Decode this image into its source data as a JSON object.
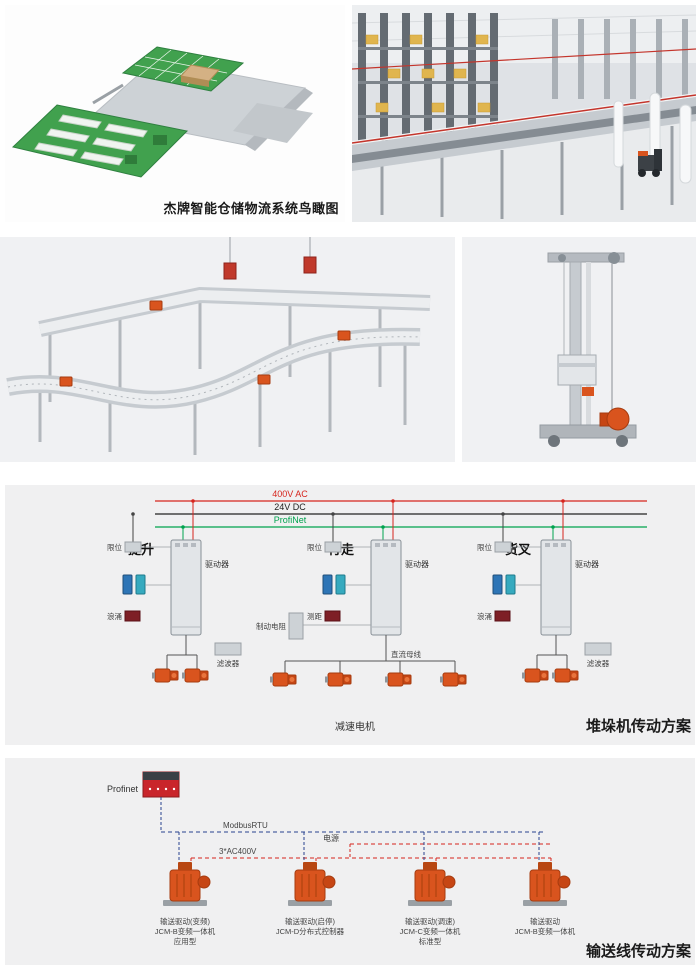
{
  "overview_photo": {
    "caption": "杰牌智能仓储物流系统鸟瞰图"
  },
  "stacker": {
    "caption": "堆垛机传动方案",
    "buses": {
      "ac": {
        "label": "400V AC",
        "color": "#d6251d"
      },
      "dc": {
        "label": "24V DC",
        "color": "#222222"
      },
      "net": {
        "label": "ProfiNet",
        "color": "#00a34e"
      }
    },
    "groups": {
      "lift": "提升",
      "travel": "行走",
      "fork": "货叉"
    },
    "labels": {
      "driver": "驱动器",
      "limit": "限位",
      "surge": "浪涌",
      "ranging": "测距",
      "filter": "滤波器",
      "brake_resistor": "制动电阻",
      "dc_bus": "直流母线",
      "gear_motor": "减速电机"
    }
  },
  "conveyor": {
    "caption": "输送线传动方案",
    "plc_label": "Profinet",
    "modbus_label": "ModbusRTU",
    "power_label": "电源",
    "ac_label": "3*AC400V",
    "colors": {
      "modbus": "#27428f",
      "power": "#d6251d"
    },
    "units": [
      {
        "l1": "输送驱动(变频)",
        "l2": "JCM-B变频一体机",
        "l3": "应用型"
      },
      {
        "l1": "输送驱动(启停)",
        "l2": "JCM-D分布式控制器",
        "l3": ""
      },
      {
        "l1": "输送驱动(调速)",
        "l2": "JCM-C变频一体机",
        "l3": "标准型"
      },
      {
        "l1": "输送驱动",
        "l2": "JCM-B变频一体机",
        "l3": ""
      }
    ]
  }
}
